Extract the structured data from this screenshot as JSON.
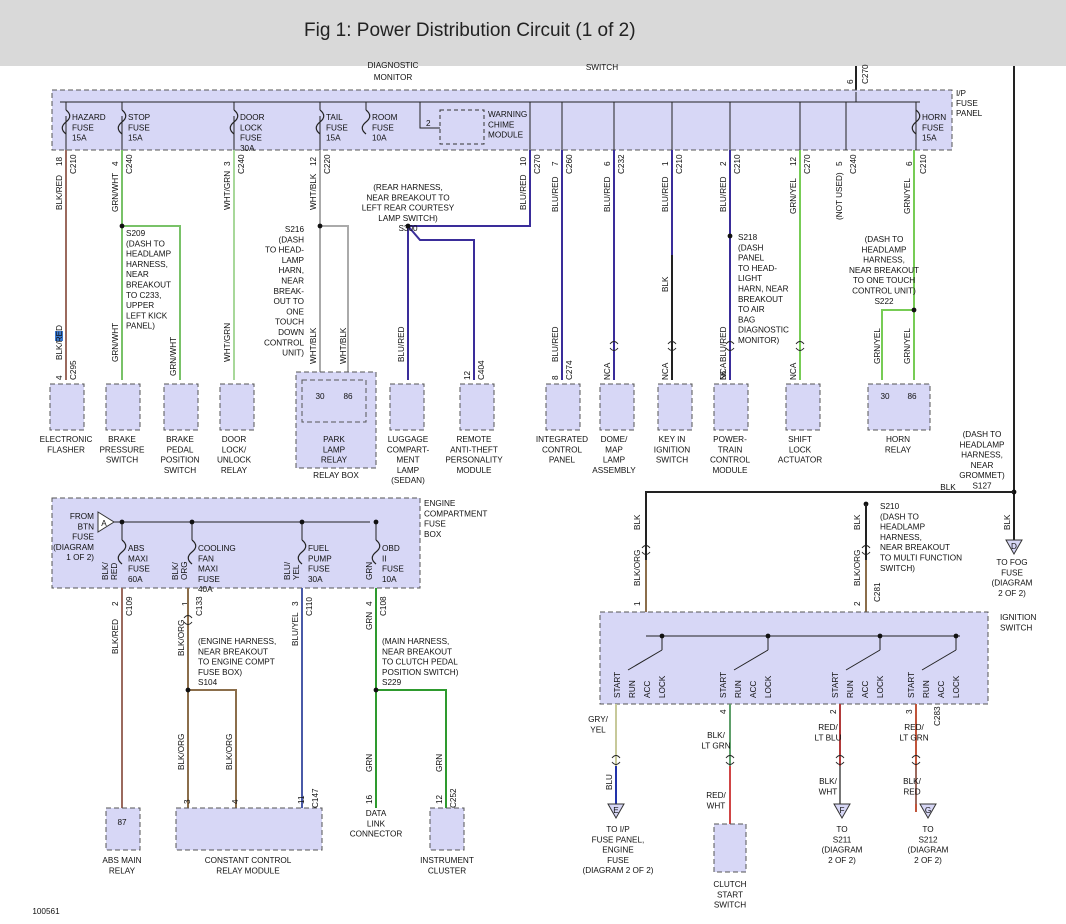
{
  "title": "Fig 1: Power Distribution Circuit (1 of 2)",
  "top_labels": {
    "diag_monitor_1": "DIAGNOSTIC",
    "diag_monitor_2": "MONITOR",
    "switch": "SWITCH",
    "top_pin": "6",
    "top_conn": "C270"
  },
  "ip_fuse_panel": {
    "label": [
      "I/P",
      "FUSE",
      "PANEL"
    ],
    "fuses": [
      {
        "lines": [
          "HAZARD",
          "FUSE",
          "15A"
        ]
      },
      {
        "lines": [
          "STOP",
          "FUSE",
          "15A"
        ]
      },
      {
        "lines": [
          "DOOR",
          "LOCK",
          "FUSE",
          "30A"
        ]
      },
      {
        "lines": [
          "TAIL",
          "FUSE",
          "15A"
        ]
      },
      {
        "lines": [
          "ROOM",
          "FUSE",
          "10A"
        ]
      },
      {
        "lines": [
          "HORN",
          "FUSE",
          "15A"
        ]
      }
    ],
    "chime": {
      "pin": "2",
      "lines": [
        "WARNING",
        "CHIME",
        "MODULE"
      ]
    }
  },
  "connectors_top": [
    {
      "pin": "18",
      "conn": "C210"
    },
    {
      "pin": "4",
      "conn": "C240"
    },
    {
      "pin": "3",
      "conn": "C240"
    },
    {
      "pin": "12",
      "conn": "C220"
    },
    {
      "pin": "10",
      "conn": "C270"
    },
    {
      "pin": "7",
      "conn": "C260"
    },
    {
      "pin": "6",
      "conn": "C232"
    },
    {
      "pin": "1",
      "conn": "C210"
    },
    {
      "pin": "2",
      "conn": "C210"
    },
    {
      "pin": "12",
      "conn": "C270"
    },
    {
      "pin": "5",
      "conn": "C240"
    },
    {
      "pin": "6",
      "conn": "C210"
    }
  ],
  "wires_top": {
    "blkred": "BLK/RED",
    "grnwht": "GRN/WHT",
    "whtgrn": "WHT/GRN",
    "whtblk": "WHT/BLK",
    "blured": "BLU/RED",
    "blk": "BLK",
    "grnyel": "GRN/YEL",
    "not_used": "(NOT USED)",
    "nca": "NCA"
  },
  "splices_top": {
    "s209": [
      "S209",
      "(DASH TO",
      "HEADLAMP",
      "HARNESS,",
      "NEAR",
      "BREAKOUT",
      "TO C233,",
      "UPPER",
      "LEFT KICK",
      "PANEL)"
    ],
    "s216": [
      "S216",
      "(DASH",
      "TO HEAD-",
      "LAMP",
      "HARN,",
      "NEAR",
      "BREAK-",
      "OUT TO",
      "ONE",
      "TOUCH",
      "DOWN",
      "CONTROL",
      "UNIT)"
    ],
    "s300": [
      "(REAR HARNESS,",
      "NEAR BREAKOUT TO",
      "LEFT REAR COURTESY",
      "LAMP SWITCH)",
      "S300"
    ],
    "s218": [
      "S218",
      "(DASH",
      "PANEL",
      "TO HEAD-",
      "LIGHT",
      "HARN, NEAR",
      "BREAKOUT",
      "TO AIR",
      "BAG",
      "DIAGNOSTIC",
      "MONITOR)"
    ],
    "s222": [
      "(DASH TO",
      "HEADLAMP",
      "HARNESS,",
      "NEAR BREAKOUT",
      "TO ONE TOUCH",
      "CONTROL UNIT)",
      "S222"
    ]
  },
  "lower_conn": [
    {
      "pin": "4",
      "conn": "C295"
    },
    {
      "pin": "12",
      "conn": "C404"
    },
    {
      "pin": "8",
      "conn": "C274"
    },
    {
      "pin": "56",
      "conn": ""
    }
  ],
  "relay_pins": {
    "a": "30",
    "b": "86"
  },
  "components_top": [
    {
      "lines": [
        "ELECTRONIC",
        "FLASHER"
      ]
    },
    {
      "lines": [
        "BRAKE",
        "PRESSURE",
        "SWITCH"
      ]
    },
    {
      "lines": [
        "BRAKE",
        "PEDAL",
        "POSITION",
        "SWITCH"
      ]
    },
    {
      "lines": [
        "DOOR",
        "LOCK/",
        "UNLOCK",
        "RELAY"
      ]
    },
    {
      "lines": [
        "PARK",
        "LAMP",
        "RELAY"
      ]
    },
    {
      "lines": [
        "LUGGAGE",
        "COMPART-",
        "MENT",
        "LAMP",
        "(SEDAN)"
      ]
    },
    {
      "lines": [
        "REMOTE",
        "ANTI-THEFT",
        "PERSONALITY",
        "MODULE"
      ]
    },
    {
      "lines": [
        "INTEGRATED",
        "CONTROL",
        "PANEL"
      ]
    },
    {
      "lines": [
        "DOME/",
        "MAP",
        "LAMP",
        "ASSEMBLY"
      ]
    },
    {
      "lines": [
        "KEY IN",
        "IGNITION",
        "SWITCH"
      ]
    },
    {
      "lines": [
        "POWER-",
        "TRAIN",
        "CONTROL",
        "MODULE"
      ]
    },
    {
      "lines": [
        "SHIFT",
        "LOCK",
        "ACTUATOR"
      ]
    },
    {
      "lines": [
        "HORN",
        "RELAY"
      ]
    }
  ],
  "relay_box": "RELAY BOX",
  "engine_box": {
    "label": [
      "ENGINE",
      "COMPARTMENT",
      "FUSE",
      "BOX"
    ],
    "from": [
      "FROM",
      "BTN",
      "FUSE",
      "(DIAGRAM",
      "1 OF 2)"
    ],
    "a": "A",
    "fuses": [
      {
        "lines": [
          "ABS",
          "MAXI",
          "FUSE",
          "60A"
        ]
      },
      {
        "lines": [
          "COOLING",
          "FAN",
          "MAXI",
          "FUSE",
          "40A"
        ]
      },
      {
        "lines": [
          "FUEL",
          "PUMP",
          "FUSE",
          "30A"
        ]
      },
      {
        "lines": [
          "OBD",
          "II",
          "FUSE",
          "10A"
        ]
      }
    ],
    "wire_ids": [
      "BLK/",
      "RED",
      "BLK/",
      "ORG",
      "BLU/",
      "YEL",
      "GRN"
    ]
  },
  "engine_conn": [
    {
      "pin": "2",
      "conn": "C109"
    },
    {
      "pin": "1",
      "conn": "C133"
    },
    {
      "pin": "3",
      "conn": "C110"
    },
    {
      "pin": "4",
      "conn": "C108"
    }
  ],
  "engine_wires": {
    "blkred": "BLK/RED",
    "blkorg": "BLK/ORG",
    "bluyel": "BLU/YEL",
    "grn": "GRN"
  },
  "s104": [
    "(ENGINE HARNESS,",
    "NEAR BREAKOUT",
    "TO ENGINE COMPT",
    "FUSE BOX)",
    "S104"
  ],
  "s229": [
    "(MAIN HARNESS,",
    "NEAR BREAKOUT",
    "TO CLUTCH PEDAL",
    "POSITION SWITCH)",
    "S229"
  ],
  "bottom_left": {
    "pins": [
      "87",
      "3",
      "4",
      "11",
      "16",
      "12"
    ],
    "conn_c147": "C147",
    "conn_c252": "C252",
    "abs": [
      "ABS MAIN",
      "RELAY"
    ],
    "ccrm": [
      "CONSTANT CONTROL",
      "RELAY MODULE"
    ],
    "dlc": [
      "DATA",
      "LINK",
      "CONNECTOR"
    ],
    "ic": [
      "INSTRUMENT",
      "CLUSTER"
    ]
  },
  "right": {
    "s127": [
      "(DASH TO",
      "HEADLAMP",
      "HARNESS,",
      "NEAR",
      "GROMMET)",
      "S127"
    ],
    "blk": "BLK",
    "s210": [
      "S210",
      "(DASH TO",
      "HEADLAMP",
      "HARNESS,",
      "NEAR BREAKOUT",
      "TO MULTI FUNCTION",
      "SWITCH)"
    ],
    "blkorg": "BLK/ORG",
    "pin1": "1",
    "pin2": "2",
    "c281": "C281",
    "ign": [
      "IGNITION",
      "SWITCH"
    ],
    "positions": [
      "START",
      "RUN",
      "ACC",
      "LOCK"
    ],
    "flag_d": "D",
    "fog": [
      "TO FOG",
      "FUSE",
      "(DIAGRAM",
      "2 OF 2)"
    ],
    "w1": [
      "GRY/",
      "YEL"
    ],
    "w2": [
      "BLK/",
      "LT GRN"
    ],
    "w2pin": "4",
    "w3": [
      "RED/",
      "LT BLU"
    ],
    "w3pin": "2",
    "w4": [
      "RED/",
      "LT GRN"
    ],
    "w4pin": "3",
    "c283": "C283",
    "blu": "BLU",
    "redwht": [
      "RED/",
      "WHT"
    ],
    "blkwht": [
      "BLK/",
      "WHT"
    ],
    "blkred": [
      "BLK/",
      "RED"
    ],
    "flag_e": "E",
    "flag_f": "F",
    "flag_g": "G",
    "to_ip": [
      "TO I/P",
      "FUSE PANEL,",
      "ENGINE",
      "FUSE",
      "(DIAGRAM 2 OF 2)"
    ],
    "clutch": [
      "CLUTCH",
      "START",
      "SWITCH"
    ],
    "s211": [
      "TO",
      "S211",
      "(DIAGRAM",
      "2 OF 2)"
    ],
    "s212": [
      "TO",
      "S212",
      "(DIAGRAM",
      "2 OF 2)"
    ]
  },
  "fig_number": "100561",
  "colors": {
    "box_fill": "#d7d7f6",
    "blk_red": "#9b6a5e",
    "grn_wht": "#79c268",
    "wht_grn": "#a8d89a",
    "wht_blk": "#aaaaaa",
    "blu_red": "#3a2d9a",
    "blk": "#222222",
    "grn_yel": "#77cc55",
    "blk_org": "#8b6e4b",
    "blu_yel": "#4a5aa8",
    "grn": "#2e9a2e",
    "gry_yel": "#c7c99a",
    "blu": "#2233aa",
    "blk_ltgrn": "#5e9f6a",
    "red_ltblu": "#b13a3a",
    "red_ltgrn": "#c0543a",
    "red_wht": "#d04545",
    "blk_wht": "#777777"
  }
}
